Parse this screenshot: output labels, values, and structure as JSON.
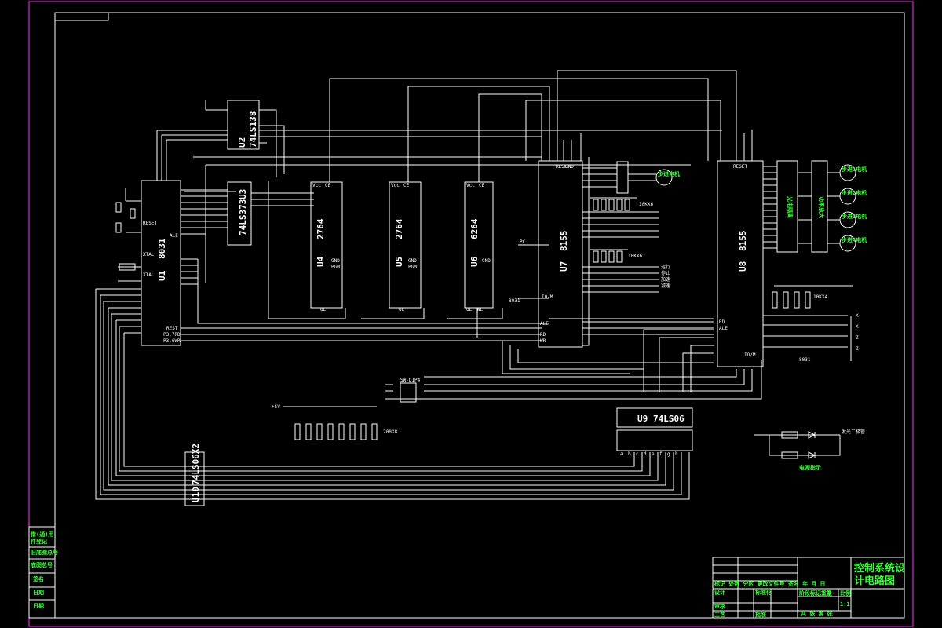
{
  "chips": {
    "u1": {
      "ref": "U1",
      "part": "8031"
    },
    "u2": {
      "ref": "U2",
      "part": "74LS138"
    },
    "u3": {
      "ref": "U3",
      "part": "74LS373"
    },
    "u4": {
      "ref": "U4",
      "part": "2764"
    },
    "u5": {
      "ref": "U5",
      "part": "2764"
    },
    "u6": {
      "ref": "U6",
      "part": "6264"
    },
    "u7": {
      "ref": "U7",
      "part": "8155"
    },
    "u8": {
      "ref": "U8",
      "part": "8155"
    },
    "u9": {
      "ref": "U9",
      "part": "74LS06"
    },
    "u10": {
      "ref": "U10",
      "part": "74LS06X2"
    }
  },
  "u1_pins": {
    "rst": "RESET",
    "xtal1": "XTAL",
    "xtal2": "XTAL",
    "ale": "ALE",
    "rd": "P3.7RD",
    "wr": "P3.6WR",
    "reset2": "REST"
  },
  "pin_labels": {
    "gnd": "GND",
    "pgm": "PGM",
    "ce": "CE",
    "oe": "OE",
    "we": "WE",
    "vcc": "+5V",
    "adm": "IO/M",
    "ale": "ALE",
    "rd": "RD",
    "wr": "WR",
    "pc": "PC",
    "reset": "RESET",
    "vdd": "Vcc"
  },
  "resistor_labels": {
    "r1": "10KX6",
    "r2": "10KX6",
    "r3": "10KX4",
    "r4": "200X8",
    "sw": "SW-DIP4"
  },
  "io_labels": {
    "x1": "X",
    "x2": "X",
    "z1": "Z",
    "z2": "Z",
    "cs8031a": "8031",
    "cs8031b": "8031"
  },
  "stepper_labels": [
    "步进1电机",
    "步进2电机",
    "步进3电机",
    "步进4电机",
    "步进电机"
  ],
  "driver_labels": {
    "drv1": "光电隔离",
    "drv2": "功率放大"
  },
  "display_segments": [
    "a",
    "b",
    "c",
    "d",
    "e",
    "f",
    "g",
    "h"
  ],
  "left_strip": [
    "借(通)用",
    "件登记",
    "旧底图总号",
    "底图总号",
    "签名",
    "日期",
    "日期"
  ],
  "title_block": {
    "title_line1": "控制系统设",
    "title_line2": "计电路图",
    "row1": "标记 处数 分区 更改文件号 签名 年 月 日",
    "design": "设计",
    "standard": "标准化",
    "review": "审核",
    "process": "工艺",
    "approve": "批准",
    "stage": "阶段标记",
    "weight": "重量",
    "scale": "比例",
    "sheet": "共 张 第 张",
    "ratio": "1:1"
  },
  "led_note": "发光二极管",
  "signal_labels": {
    "s1": "运行",
    "s2": "停止",
    "s3": "加速",
    "s4": "减速"
  },
  "led_lbl2": "电源指示"
}
